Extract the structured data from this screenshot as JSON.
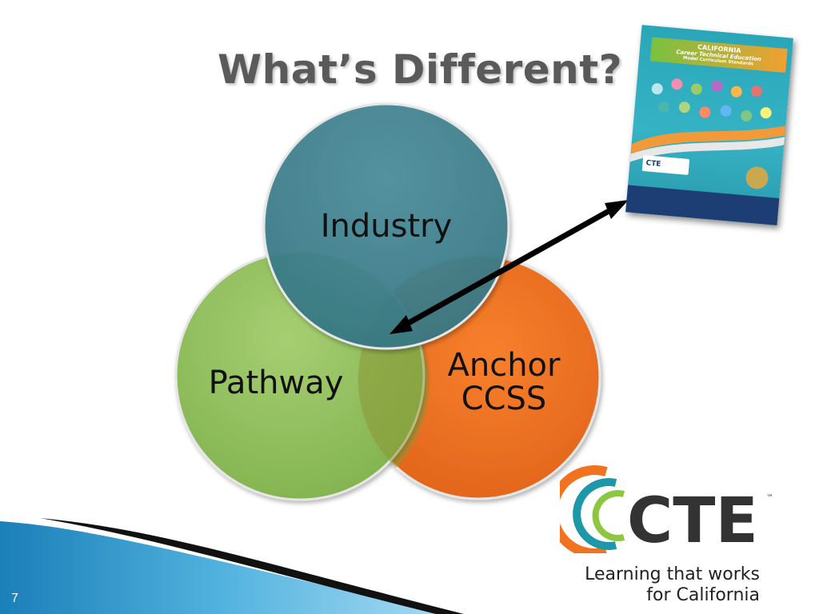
{
  "slide": {
    "title": "What’s Different?",
    "page_number": "7"
  },
  "venn": {
    "circles": [
      {
        "label": "Industry",
        "color": "#3f7f8c"
      },
      {
        "label": "Pathway",
        "color": "#8fbf5a"
      },
      {
        "label": "Anchor",
        "label_line2": "CCSS",
        "color": "#f2731f"
      }
    ],
    "arrow": "double-headed arrow from circle overlap to curriculum cover"
  },
  "cover": {
    "line1": "CALIFORNIA",
    "line2": "Career Technical Education",
    "line3": "Model Curriculum Standards",
    "badge": "CTE"
  },
  "logo": {
    "text": "CTE",
    "trademark": "™",
    "tagline_line1": "Learning that works",
    "tagline_line2": "for California",
    "colors": [
      "#f2731f",
      "#1e98a8",
      "#8dc63f",
      "#333333"
    ]
  },
  "theme": {
    "accent": "#1d8fc3"
  }
}
